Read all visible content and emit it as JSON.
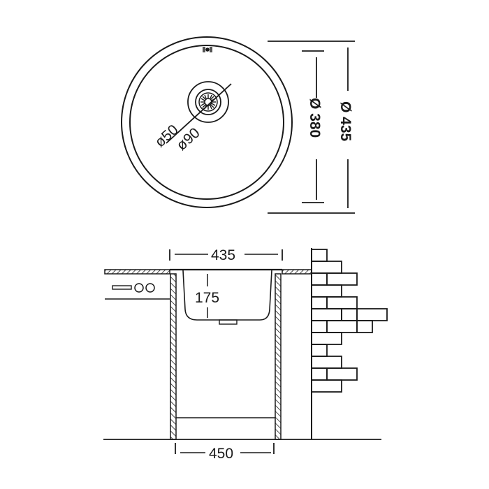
{
  "drawing": {
    "title": "Round inset sink technical drawing",
    "stroke_color": "#1a1a1a",
    "background": "#ffffff"
  },
  "top_view": {
    "drain_label_inner": "ø50",
    "drain_label_outer": "ø90",
    "inner_diameter_label": "Ø 380",
    "outer_diameter_label": "Ø 435",
    "overflow_mark": "overflow-mark-icon"
  },
  "side_view": {
    "sink_width_label": "435",
    "depth_label": "175",
    "cabinet_width_label": "450"
  }
}
